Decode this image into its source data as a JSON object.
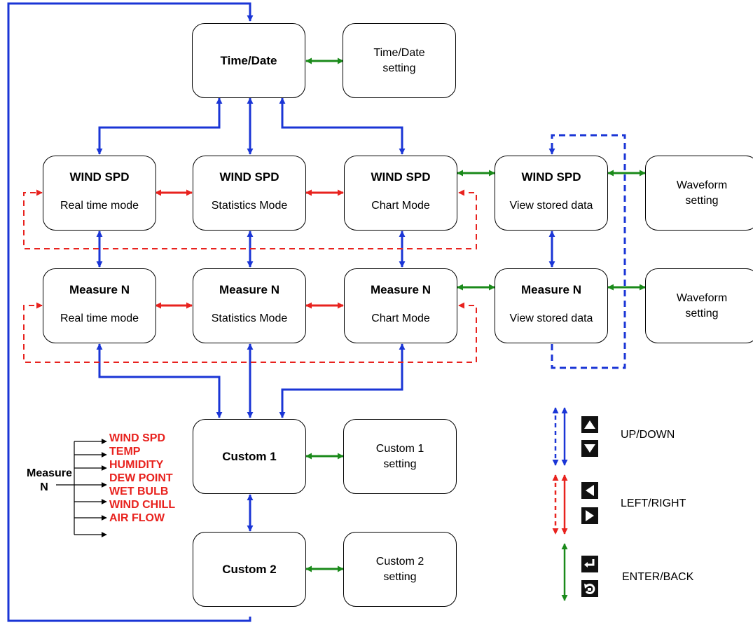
{
  "colors": {
    "up_down": "#1a35d6",
    "left_right": "#e8221e",
    "enter_back": "#1a8a1a",
    "measure_list_text": "#e8221e"
  },
  "boxes": {
    "time_date": {
      "title": "Time/Date"
    },
    "time_date_setting": {
      "line1": "Time/Date",
      "line2": "setting"
    },
    "wind_realtime": {
      "title": "WIND SPD",
      "sub": "Real time mode"
    },
    "wind_statistics": {
      "title": "WIND SPD",
      "sub": "Statistics Mode"
    },
    "wind_chart": {
      "title": "WIND SPD",
      "sub": "Chart Mode"
    },
    "wind_stored": {
      "title": "WIND SPD",
      "sub": "View stored data"
    },
    "wind_waveform": {
      "line1": "Waveform",
      "line2": "setting"
    },
    "measure_realtime": {
      "title": "Measure N",
      "sub": "Real time mode"
    },
    "measure_statistics": {
      "title": "Measure N",
      "sub": "Statistics Mode"
    },
    "measure_chart": {
      "title": "Measure N",
      "sub": "Chart Mode"
    },
    "measure_stored": {
      "title": "Measure N",
      "sub": "View stored data"
    },
    "measure_waveform": {
      "line1": "Waveform",
      "line2": "setting"
    },
    "custom1": {
      "title": "Custom 1"
    },
    "custom1_setting": {
      "line1": "Custom 1",
      "line2": "setting"
    },
    "custom2": {
      "title": "Custom 2"
    },
    "custom2_setting": {
      "line1": "Custom 2",
      "line2": "setting"
    }
  },
  "measure_n": {
    "label_line1": "Measure",
    "label_line2": "N",
    "items": [
      "WIND SPD",
      "TEMP",
      "HUMIDITY",
      "DEW POINT",
      "WET BULB",
      "WIND CHILL",
      "AIR FLOW"
    ]
  },
  "legend": {
    "up_down": "UP/DOWN",
    "left_right": "LEFT/RIGHT",
    "enter_back": "ENTER/BACK"
  }
}
